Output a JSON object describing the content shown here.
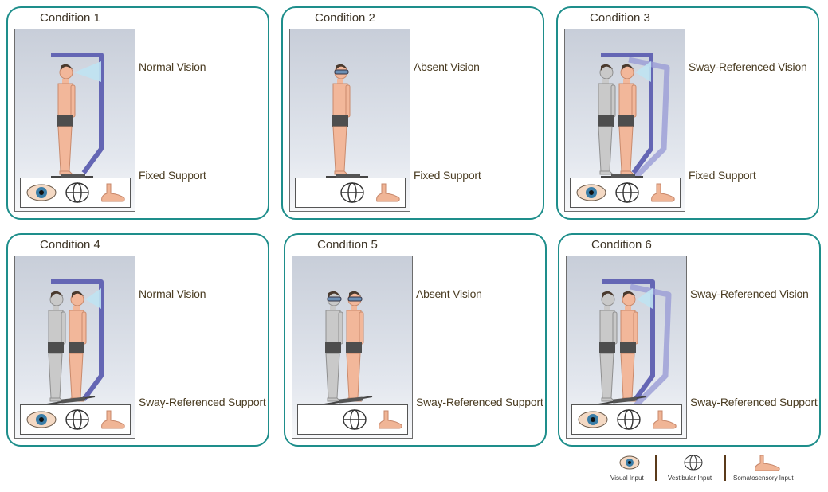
{
  "conditions": [
    {
      "title": "Condition 1",
      "vision": "Normal Vision",
      "support": "Fixed Support",
      "visual_input": true,
      "vision_sway": false,
      "support_sway": false,
      "people": 1,
      "blindfold": false
    },
    {
      "title": "Condition 2",
      "vision": "Absent Vision",
      "support": "Fixed Support",
      "visual_input": false,
      "vision_sway": false,
      "support_sway": false,
      "people": 1,
      "blindfold": true
    },
    {
      "title": "Condition 3",
      "vision": "Sway-Referenced Vision",
      "support": "Fixed Support",
      "visual_input": true,
      "vision_sway": true,
      "support_sway": false,
      "people": 2,
      "blindfold": false
    },
    {
      "title": "Condition 4",
      "vision": "Normal Vision",
      "support": "Sway-Referenced Support",
      "visual_input": true,
      "vision_sway": false,
      "support_sway": true,
      "people": 2,
      "blindfold": false
    },
    {
      "title": "Condition 5",
      "vision": "Absent Vision",
      "support": "Sway-Referenced Support",
      "visual_input": false,
      "vision_sway": false,
      "support_sway": true,
      "people": 2,
      "blindfold": true
    },
    {
      "title": "Condition 6",
      "vision": "Sway-Referenced Vision",
      "support": "Sway-Referenced Support",
      "visual_input": true,
      "vision_sway": true,
      "support_sway": true,
      "people": 2,
      "blindfold": false
    }
  ],
  "legend": {
    "visual": "Visual Input",
    "vestibular": "Vestibular Input",
    "somatosensory": "Somatosensory Input"
  },
  "colors": {
    "border": "#1e8e8b",
    "surround": "#6466b4",
    "skin": "#f2b79a",
    "shadow_figure": "#c9c9c9"
  }
}
